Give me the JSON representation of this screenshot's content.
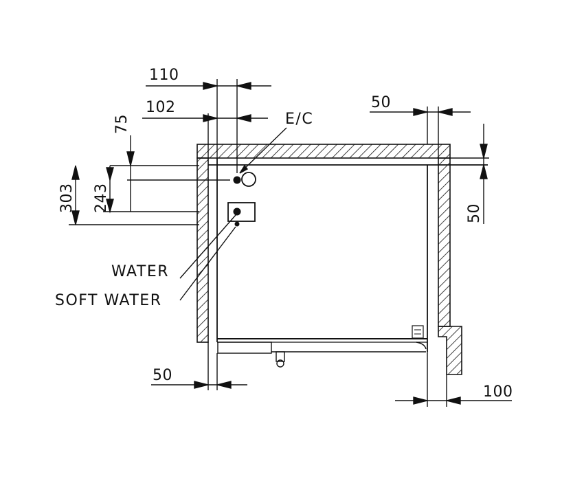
{
  "labels": {
    "ec": "E/C",
    "water": "WATER",
    "soft_water": "SOFT WATER"
  },
  "dimensions": {
    "top_110": "110",
    "top_102": "102",
    "top_50": "50",
    "left_75": "75",
    "left_303": "303",
    "left_243": "243",
    "right_50": "50",
    "bottom_50": "50",
    "bottom_100": "100"
  },
  "colors": {
    "line": "#111111",
    "background": "#ffffff"
  }
}
